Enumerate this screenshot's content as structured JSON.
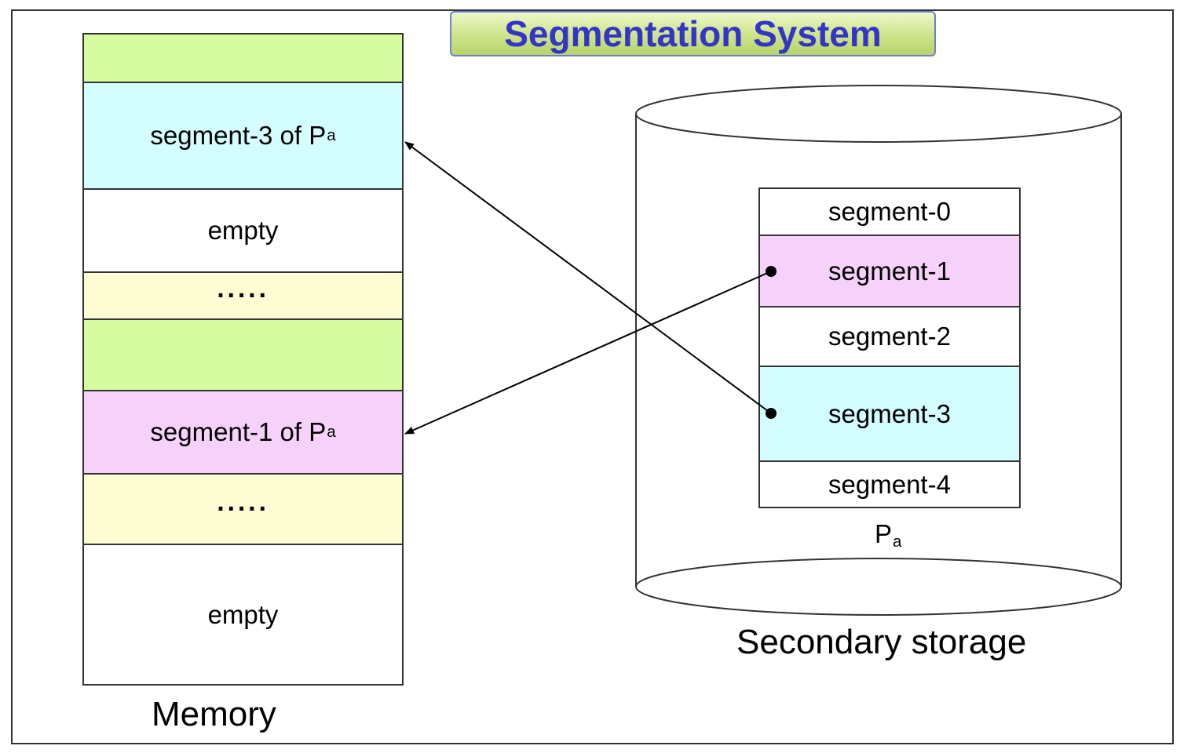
{
  "title": "Segmentation System",
  "memory": {
    "label": "Memory",
    "cells": [
      {
        "text": "",
        "sub": "",
        "color": "#d7fca0"
      },
      {
        "text": "segment-3 of P",
        "sub": "a",
        "color": "#d4fdff"
      },
      {
        "text": "empty",
        "sub": "",
        "color": "#ffffff"
      },
      {
        "text": "·····",
        "sub": "",
        "color": "#fdfcd2"
      },
      {
        "text": "",
        "sub": "",
        "color": "#d7fca0"
      },
      {
        "text": "segment-1 of P",
        "sub": "a",
        "color": "#f6d2fb"
      },
      {
        "text": "·····",
        "sub": "",
        "color": "#fdfcd2"
      },
      {
        "text": "empty",
        "sub": "",
        "color": "#ffffff"
      }
    ]
  },
  "storage": {
    "label": "Secondary storage",
    "process_label": "P",
    "process_sub": "a",
    "segments": [
      {
        "text": "segment-0",
        "color": "#ffffff"
      },
      {
        "text": "segment-1",
        "color": "#f6d2fb"
      },
      {
        "text": "segment-2",
        "color": "#ffffff"
      },
      {
        "text": "segment-3",
        "color": "#d4fdff"
      },
      {
        "text": "segment-4",
        "color": "#ffffff"
      }
    ]
  }
}
